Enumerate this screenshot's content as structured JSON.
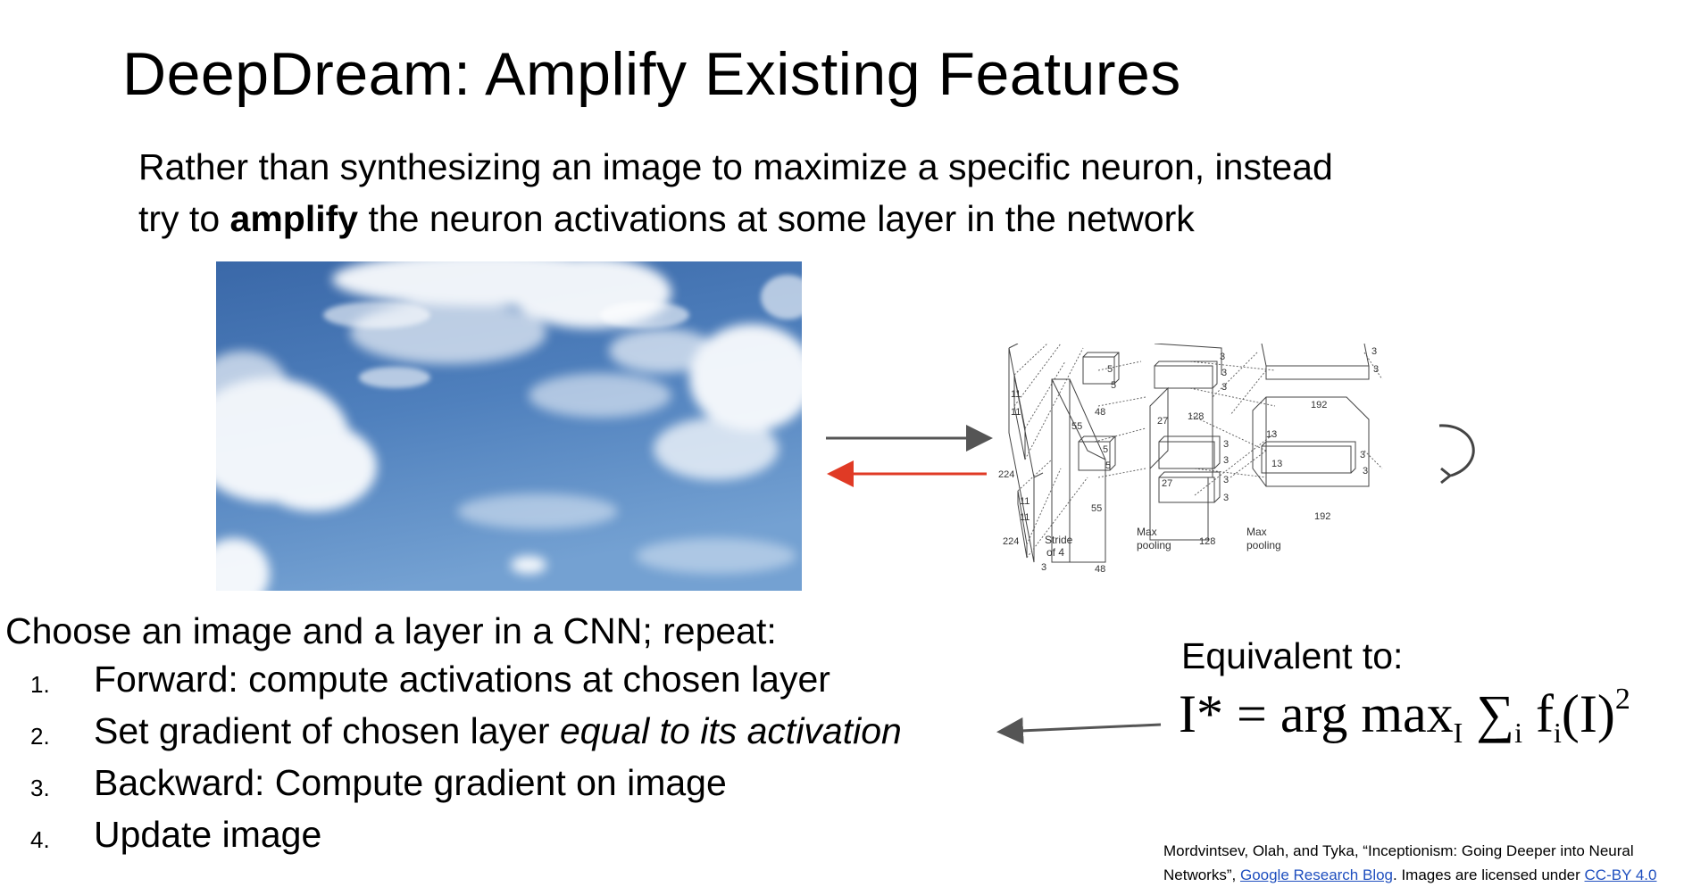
{
  "title": "DeepDream: Amplify Existing Features",
  "intro": {
    "line1": "Rather than synthesizing an image to maximize a specific neuron, instead",
    "line2_before": "try to ",
    "line2_bold": "amplify",
    "line2_after": " the neuron activations at some layer in the network"
  },
  "diagram_labels": {
    "k11": "11",
    "k224": "224",
    "k3": "3",
    "k5": "5",
    "k55": "55",
    "k48": "48",
    "k27": "27",
    "k128": "128",
    "k13": "13",
    "k192": "192",
    "stride": "Stride",
    "of4": "of 4",
    "max": "Max",
    "pooling": "pooling"
  },
  "procedure": {
    "heading": "Choose an image and a layer in a CNN; repeat:",
    "steps": [
      {
        "num": "1.",
        "text": "Forward: compute activations at chosen layer"
      },
      {
        "num": "2.",
        "text_before": "Set gradient of chosen layer ",
        "text_italic": "equal to its activation"
      },
      {
        "num": "3.",
        "text": "Backward: Compute gradient on image"
      },
      {
        "num": "4.",
        "text": "Update image"
      }
    ]
  },
  "equivalent": {
    "label": "Equivalent to:",
    "f_main": "I* = arg max",
    "f_sub1": "I",
    "f_sum": " ∑",
    "f_sub2": "i",
    "f_f": " f",
    "f_sub3": "i",
    "f_arg": "(I)",
    "f_sup": "2"
  },
  "citation": {
    "line1": "Mordvintsev, Olah, and Tyka, “Inceptionism: Going Deeper into Neural",
    "line2_before": "Networks”, ",
    "link1": "Google Research Blog",
    "line2_mid": ". Images are licensed under ",
    "link2": "CC-BY 4.0"
  },
  "colors": {
    "forward_arrow": "#555555",
    "backward_arrow": "#e03a25",
    "link": "#1f4fbf",
    "sky_top": "#3f6fae",
    "sky_bottom": "#6f9ccf"
  }
}
